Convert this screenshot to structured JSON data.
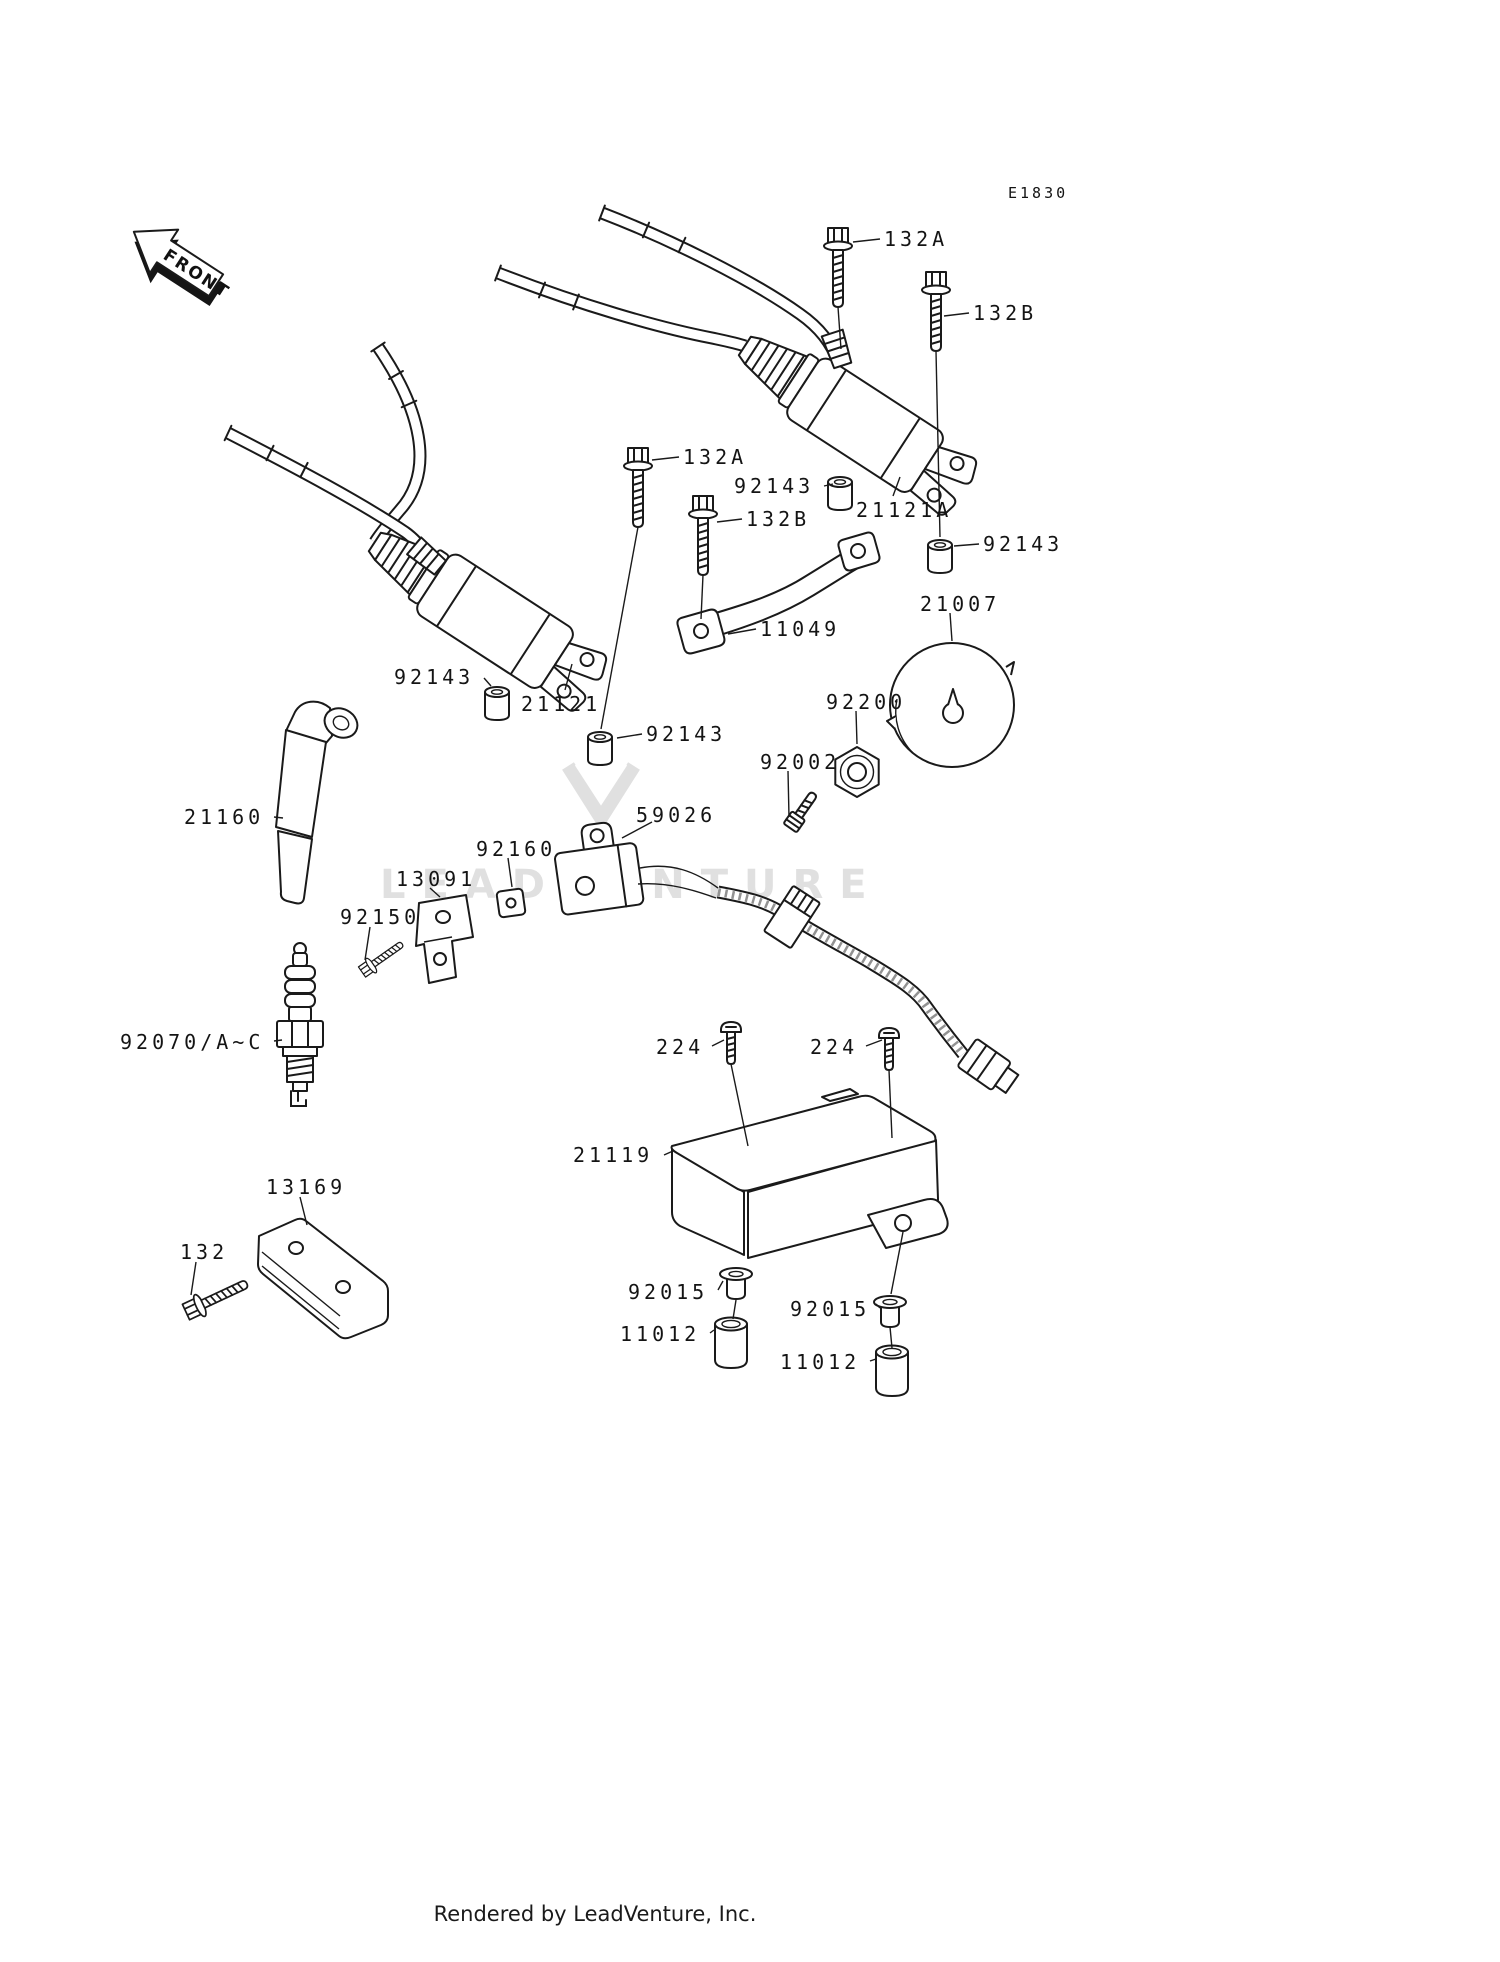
{
  "page": {
    "diagram_code": "E1830",
    "front_label": "FRONT",
    "watermark": "LEADVENTURE",
    "footer": "Rendered by LeadVenture, Inc."
  },
  "parts": {
    "bolt_132a_top": "132A",
    "bolt_132b_top": "132B",
    "bolt_132a_mid": "132A",
    "collar_92143_a": "92143",
    "coil_21121a": "21121A",
    "bolt_132b_mid": "132B",
    "collar_92143_b": "92143",
    "cover_21007": "21007",
    "bracket_11049": "11049",
    "nut_92200": "92200",
    "collar_92143_c": "92143",
    "coil_21121": "21121",
    "screw_92002": "92002",
    "collar_92143_d": "92143",
    "pickup_coil_59026": "59026",
    "plug_cap_21160": "21160",
    "damper_92160": "92160",
    "holder_13091": "13091",
    "bolt_92150": "92150",
    "spark_plug_92070": "92070/A~C",
    "screw_224_left": "224",
    "screw_224_right": "224",
    "igniter_21119": "21119",
    "plate_13169": "13169",
    "bolt_132": "132",
    "grommet_92015_left": "92015",
    "grommet_92015_right": "92015",
    "damper_11012_left": "11012",
    "damper_11012_right": "11012"
  }
}
